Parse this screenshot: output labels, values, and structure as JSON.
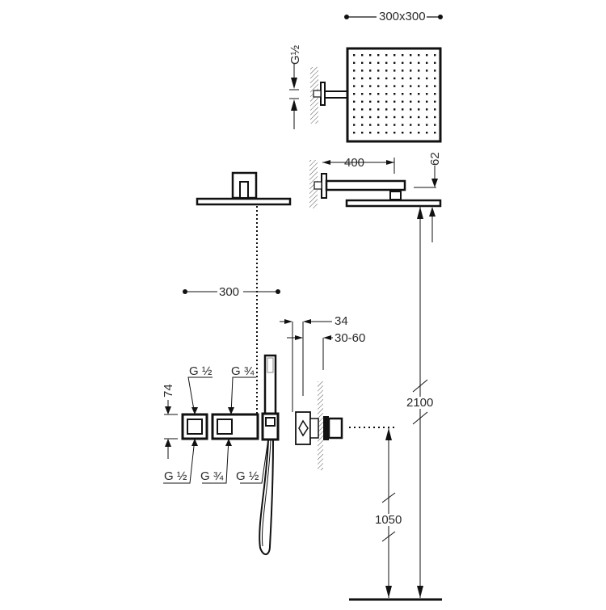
{
  "diagram": {
    "title": "Concealed shower set dimension drawing",
    "colors": {
      "line": "#1a1a1a",
      "text": "#2a2a2a",
      "background": "#ffffff"
    },
    "top_view": {
      "head_size_label": "300x300",
      "inlet_label": "G½"
    },
    "side_view": {
      "arm_length_label": "400",
      "head_thickness_label": "62"
    },
    "front_view": {
      "head_width_label": "300"
    },
    "mixer": {
      "depth_label": "34",
      "recess_label": "30-60",
      "height_label": "74",
      "top_connections": [
        "G ½",
        "G ¾"
      ],
      "bottom_connections": [
        "G ½",
        "G ¾",
        "G ½"
      ]
    },
    "heights": {
      "head_height_label": "2100",
      "valve_height_label": "1050"
    }
  }
}
